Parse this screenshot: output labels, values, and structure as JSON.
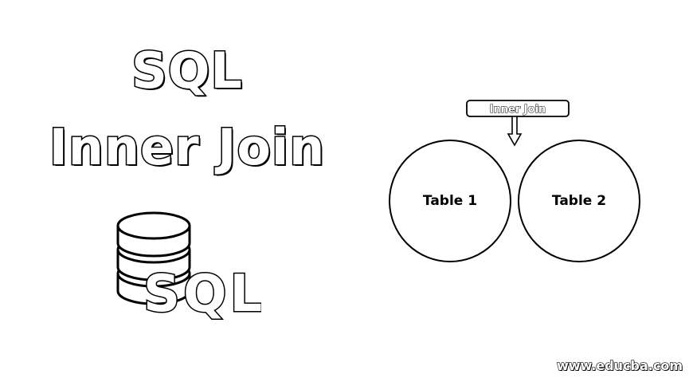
{
  "title": {
    "line1": "SQL",
    "line2": "Inner Join"
  },
  "logo": {
    "icon": "database-icon",
    "label": "SQL"
  },
  "venn": {
    "callout": "Inner Join",
    "left_set": "Table 1",
    "right_set": "Table 2"
  },
  "footer": {
    "watermark": "www.educba.com"
  }
}
